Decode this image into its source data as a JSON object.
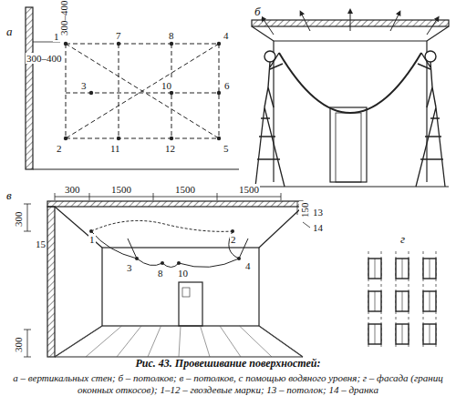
{
  "diagram": {
    "title": "Рис. 43. Провешивание поверхностей:",
    "caption": "а – вертикальных стен; б – потолков; в – потолков, с помощью водяного уровня; г – фасада (границ оконных откосов); 1–12 – гвоздевые марки; 13 – потолок; 14 – дранка",
    "labels": [
      "а",
      "1",
      "300–400",
      "300–400",
      "7",
      "8",
      "4",
      "3",
      "10",
      "6",
      "2",
      "11",
      "12",
      "5",
      "б",
      "в",
      "300",
      "1500",
      "1500",
      "1500",
      "150",
      "13",
      "14",
      "300",
      "15",
      "300",
      "1",
      "2",
      "3",
      "8",
      "10",
      "4",
      "г"
    ]
  }
}
